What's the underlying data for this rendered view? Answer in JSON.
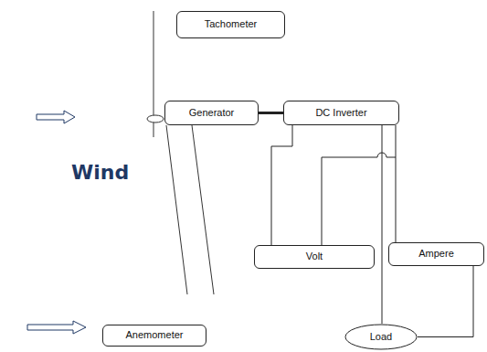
{
  "diagram": {
    "nodes": [
      {
        "text": [
          "Tachometer"
        ]
      },
      {
        "text": [
          "Generator"
        ]
      },
      {
        "text": [
          "DC Inverter"
        ]
      },
      {
        "text": [
          "Volt"
        ]
      },
      {
        "text": [
          "Ampere"
        ]
      },
      {
        "text": [
          "Load"
        ]
      },
      {
        "text": [
          "Anemometer"
        ]
      }
    ],
    "edges": [
      {
        "from": 1,
        "to": 2,
        "arrow": "none"
      },
      {
        "from": 2,
        "to": 3,
        "arrow": "none"
      },
      {
        "from": 2,
        "to": 4,
        "arrow": "none"
      },
      {
        "from": 2,
        "to": 5,
        "arrow": "none"
      },
      {
        "from": 4,
        "to": 5,
        "arrow": "none"
      }
    ],
    "labels": [
      "Wind"
    ]
  }
}
